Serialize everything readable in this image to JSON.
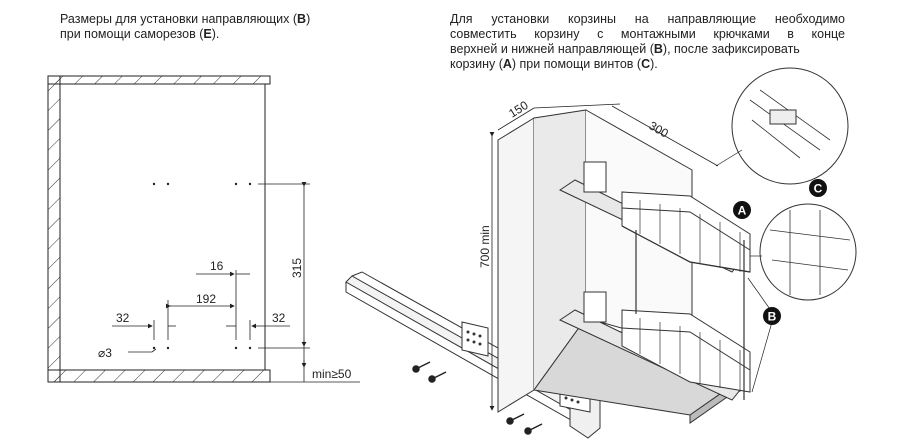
{
  "left_text": {
    "line1": {
      "pre": "Размеры для установки направляющих (",
      "bold": "B",
      "post": ")"
    },
    "line2": {
      "pre": "при помощи саморезов (",
      "bold": "E",
      "post": ")."
    }
  },
  "right_text": {
    "line1": "Для установки корзины на направляющие необходимо",
    "line2": "совместить корзину с монтажными крючками в конце",
    "line3": {
      "pre": "верхней и нижней направляющей (",
      "bold": "B",
      "post": "), после зафиксировать"
    },
    "line4": {
      "pre": "корзину (",
      "bold1": "A",
      "mid": ") при помощи винтов (",
      "bold2": "C",
      "post": ")."
    }
  },
  "dimensions": {
    "d315": "315",
    "d16": "16",
    "d192": "192",
    "d32_left": "32",
    "d32_right": "32",
    "hole": "⌀3",
    "min50": "min≥50",
    "d150": "150",
    "d300": "300",
    "d700": "700 min"
  },
  "callouts": {
    "a": "A",
    "b": "B",
    "c": "C"
  }
}
